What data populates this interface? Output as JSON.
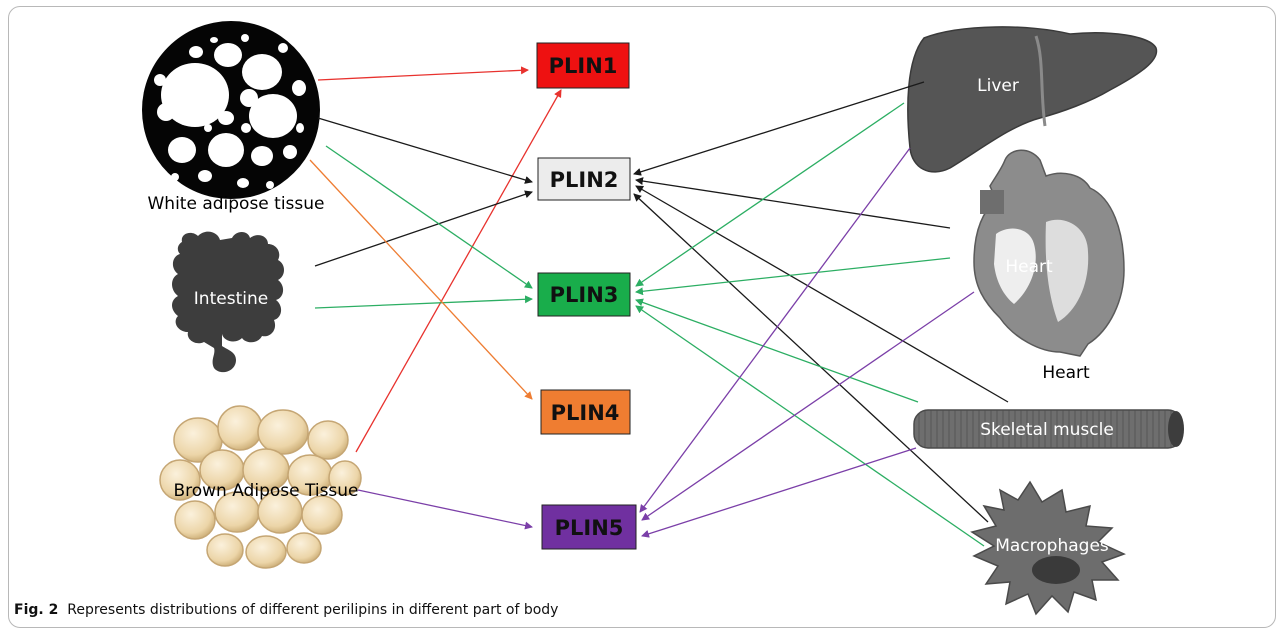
{
  "plins": {
    "plin1": {
      "label": "PLIN1",
      "color": "#ee1111"
    },
    "plin2": {
      "label": "PLIN2",
      "color": "#ececec"
    },
    "plin3": {
      "label": "PLIN3",
      "color": "#19ad4b"
    },
    "plin4": {
      "label": "PLIN4",
      "color": "#ef7d31"
    },
    "plin5": {
      "label": "PLIN5",
      "color": "#7030a0"
    }
  },
  "sources": {
    "white_adipose": "White adipose tissue",
    "intestine": "Intestine",
    "brown_adipose": "Brown Adipose Tissue",
    "liver": "Liver",
    "heart_inner": "Heart",
    "heart": "Heart",
    "skeletal_muscle": "Skeletal muscle",
    "macrophages": "Macrophages"
  },
  "arrow_colors": {
    "red": "#e8322e",
    "black": "#1a1a1a",
    "green": "#2cae63",
    "orange": "#ee7d33",
    "purple": "#7b3fa8"
  },
  "caption": {
    "fig": "Fig. 2",
    "text": "Represents distributions of different perilipins in different part of body"
  }
}
